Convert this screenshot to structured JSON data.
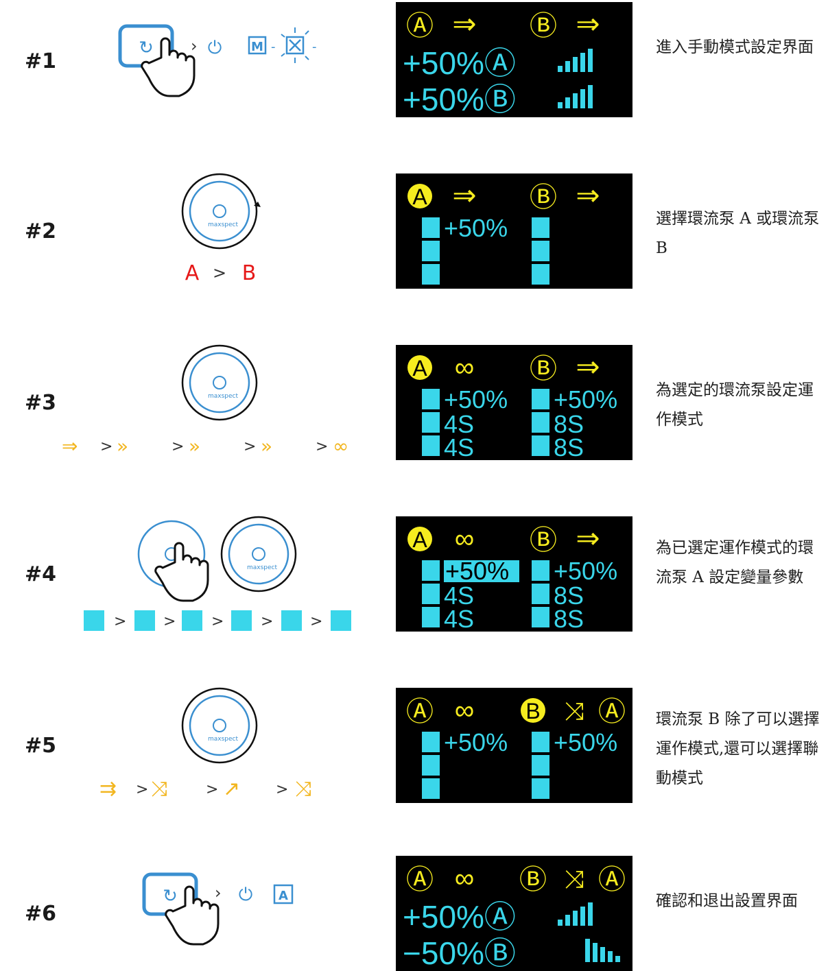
{
  "steps": [
    {
      "num": "#1",
      "desc": "進入手動模式設定界面",
      "screen": {
        "line1": [
          "Ⓐ",
          "⇒",
          "Ⓑ",
          "⇒"
        ],
        "line2": "+50%Ⓐ",
        "line3": "+50%Ⓑ"
      }
    },
    {
      "num": "#2",
      "desc": "選擇環流泵 A 或環流泵 B",
      "illus_seq": [
        "A",
        ">",
        "B"
      ],
      "screen": {
        "a_value": "+50%"
      }
    },
    {
      "num": "#3",
      "desc": "為選定的環流泵設定運作模式",
      "screen": {
        "a_top": "+50%",
        "a_mid": "4S",
        "a_bot": "4S",
        "b_top": "+50%",
        "b_mid": "8S",
        "b_bot": "8S"
      }
    },
    {
      "num": "#4",
      "desc": "為已選定運作模式的環流泵 A 設定變量參數",
      "screen": {
        "a_top": "+50%",
        "a_mid": "4S",
        "a_bot": "4S",
        "b_top": "+50%",
        "b_mid": "8S",
        "b_bot": "8S"
      }
    },
    {
      "num": "#5",
      "desc": "環流泵 B 除了可以選擇運作模式,還可以選擇聯動模式",
      "screen": {
        "a_top": "+50%",
        "b_top": "+50%"
      }
    },
    {
      "num": "#6",
      "desc": "確認和退出設置界面",
      "screen": {
        "line2": "+50%Ⓐ",
        "line3": "−50%Ⓑ"
      }
    }
  ],
  "brand": "maxspect",
  "separator": ">",
  "colors": {
    "yellow": "#f6ec1f",
    "cyan": "#3ad6ea",
    "blue": "#3a8fd0",
    "gold": "#f2b620",
    "red": "#e61919"
  }
}
